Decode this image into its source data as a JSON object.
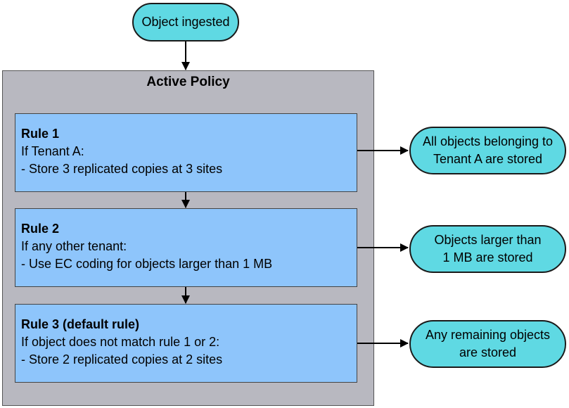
{
  "start": {
    "label": "Object ingested"
  },
  "policy": {
    "title": "Active Policy"
  },
  "rules": [
    {
      "title": "Rule 1",
      "condition": "If Tenant A:",
      "action": "- Store 3 replicated copies at 3 sites",
      "outcome": [
        "All objects belonging to",
        "Tenant A are stored"
      ]
    },
    {
      "title": "Rule 2",
      "condition": "If any other tenant:",
      "action": "- Use EC coding for objects larger than 1 MB",
      "outcome": [
        "Objects larger than",
        "1 MB are stored"
      ]
    },
    {
      "title": "Rule 3 (default rule)",
      "condition": "If object does not match rule 1 or 2:",
      "action": "- Store 2 replicated copies at 2 sites",
      "outcome": [
        "Any remaining objects",
        "are stored"
      ]
    }
  ],
  "colors": {
    "terminal_fill": "#5fd9e3",
    "policy_fill": "#b8b8c0",
    "rule_fill": "#8ec5fb",
    "connector": "#000000"
  }
}
